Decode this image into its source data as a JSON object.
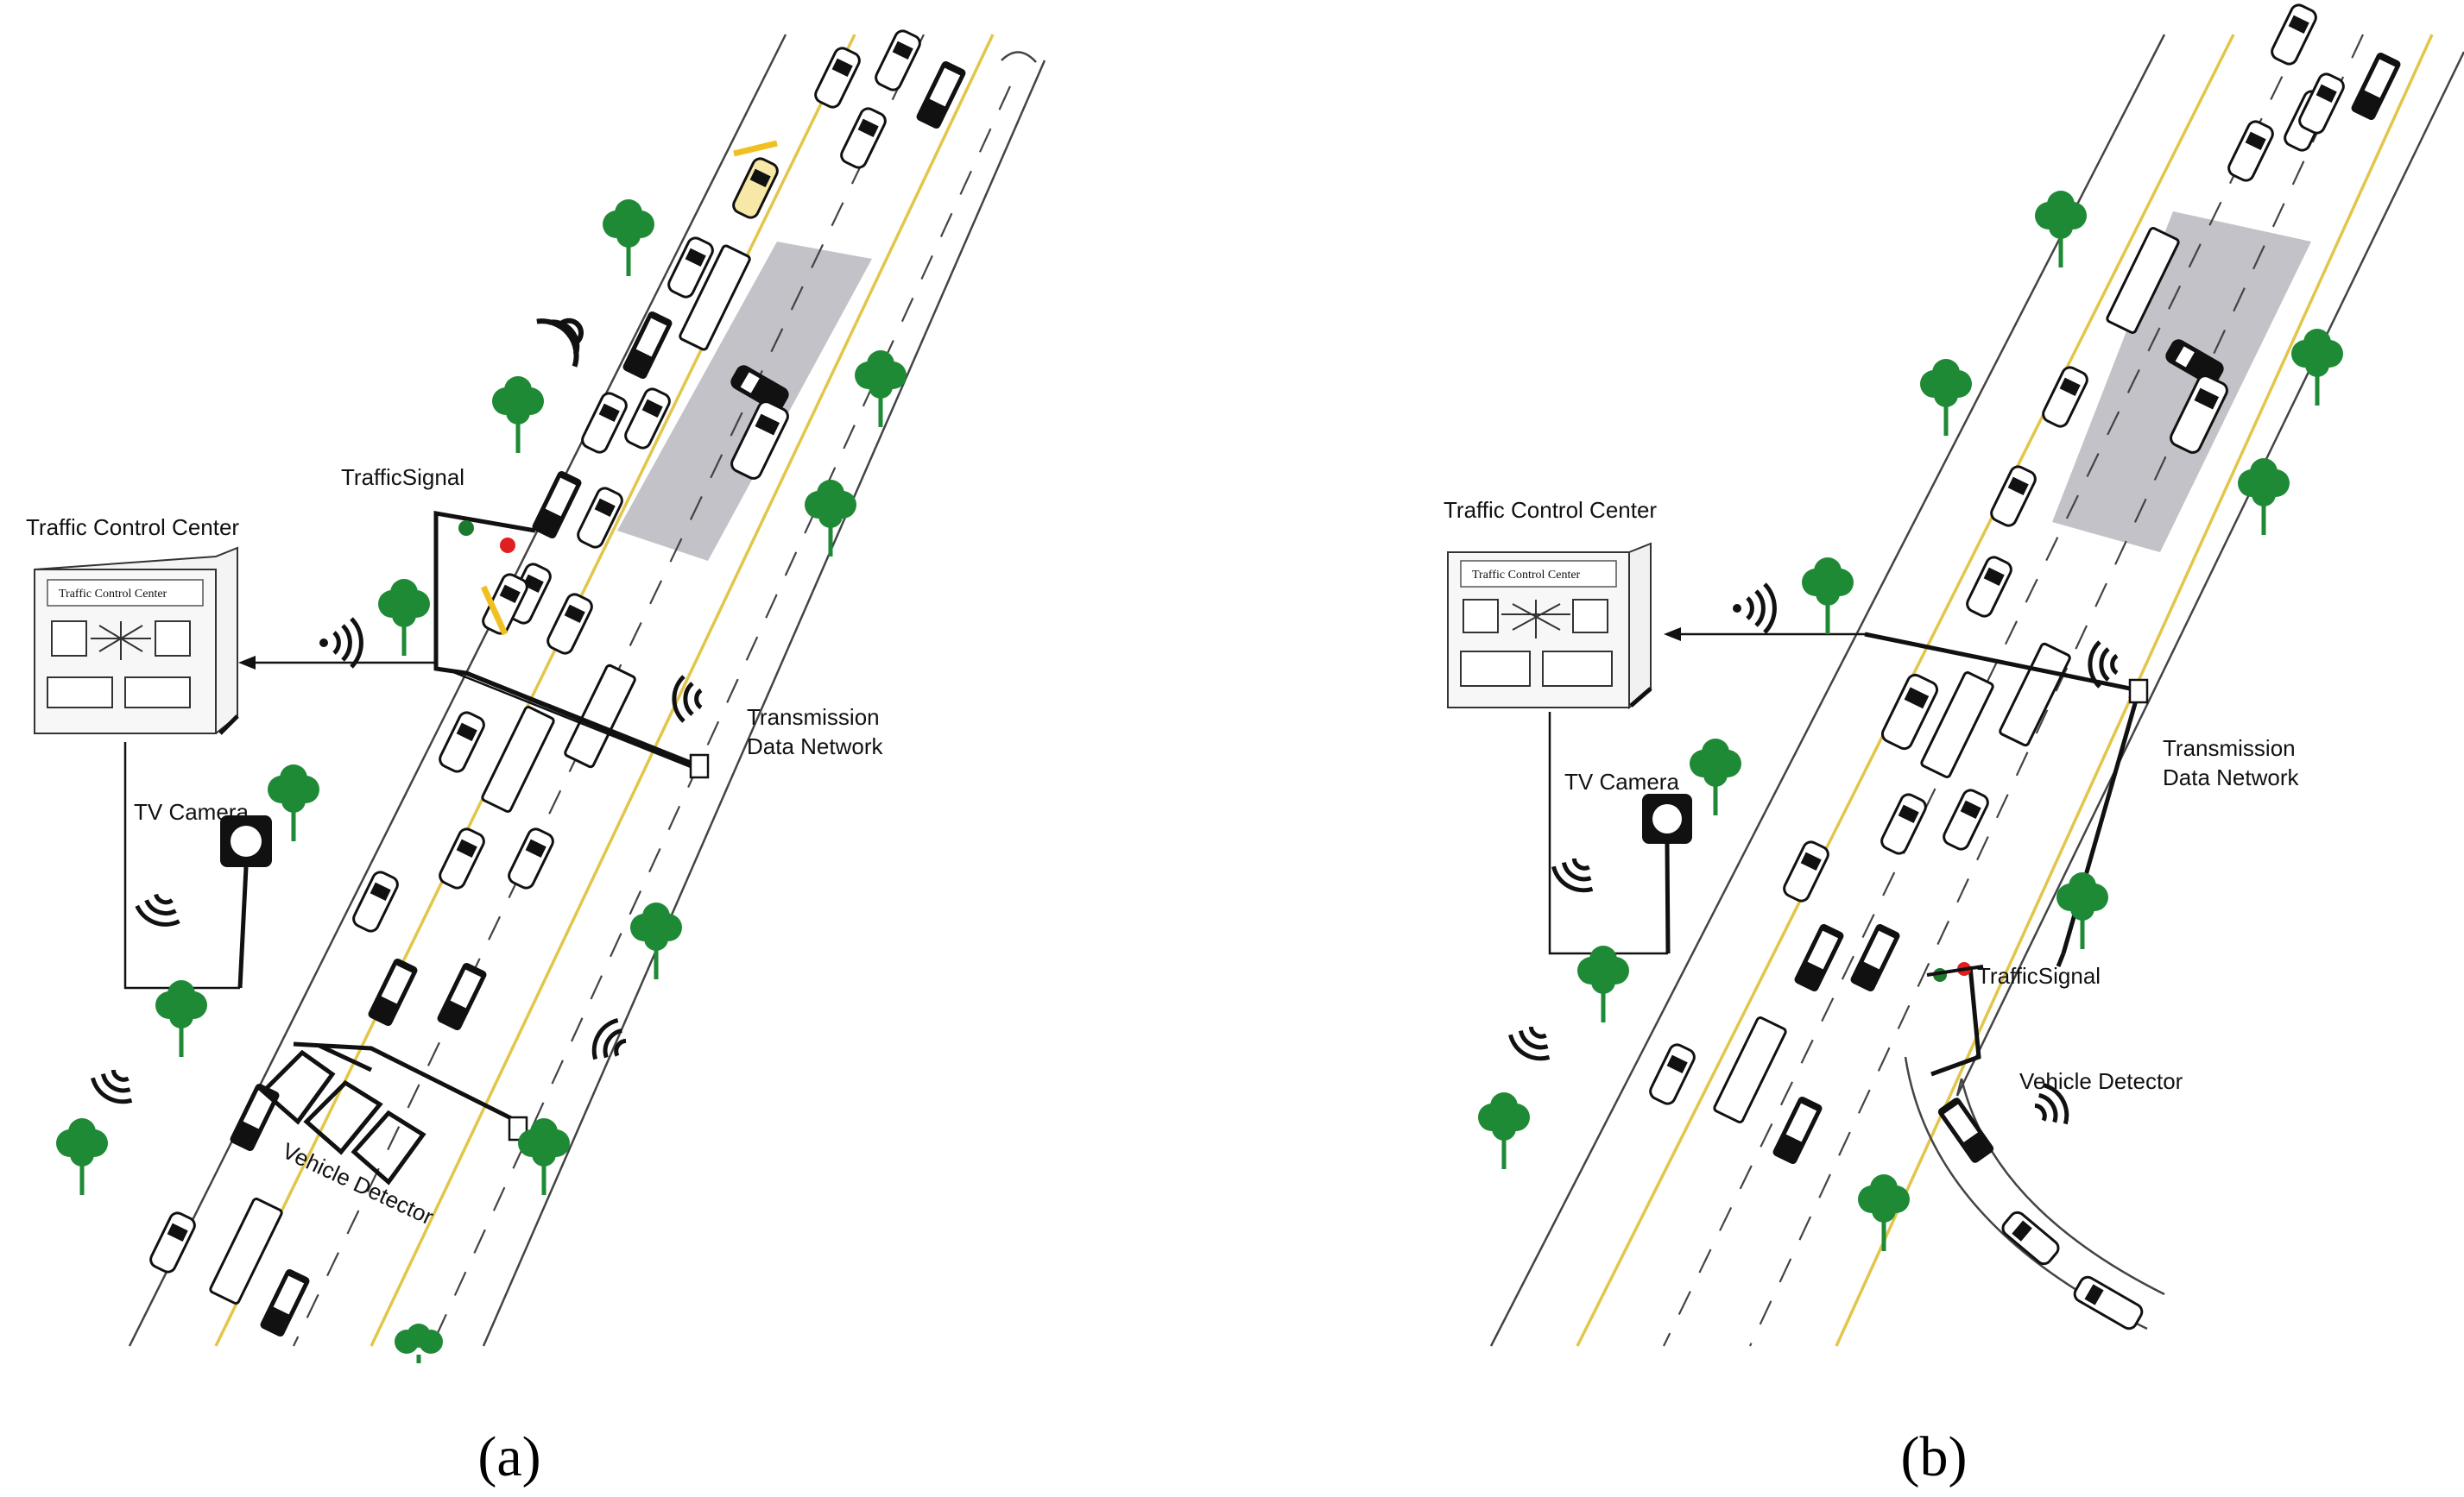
{
  "panels": [
    {
      "id": "a",
      "labels": {
        "traffic_signal": "TrafficSignal",
        "traffic_control_center": "Traffic Control Center",
        "building_sign": "Traffic Control Center",
        "tv_camera": "TV Camera",
        "transmission_line1": "Transmission",
        "transmission_line2": "Data Network",
        "vehicle_detector": "Vehicle Detector"
      },
      "caption": "(a)"
    },
    {
      "id": "b",
      "labels": {
        "traffic_signal": "TrafficSignal",
        "traffic_control_center": "Traffic Control Center",
        "building_sign": "Traffic Control Center",
        "tv_camera": "TV Camera",
        "transmission_line1": "Transmission",
        "transmission_line2": "Data Network",
        "vehicle_detector": "Vehicle Detector"
      },
      "caption": "(b)"
    }
  ],
  "colors": {
    "tree": "#1f8a36",
    "incident_zone": "#c2c2c8",
    "signal_red": "#e02020",
    "signal_green": "#1c7a2e",
    "road_yellow": "#e2c64a",
    "barrier_yellow": "#f0c020"
  },
  "icons": {
    "tree": "tree-icon",
    "wireless": "wireless-signal-icon",
    "camera": "camera-icon",
    "building": "building-icon",
    "car": "car-icon",
    "truck": "truck-icon"
  }
}
